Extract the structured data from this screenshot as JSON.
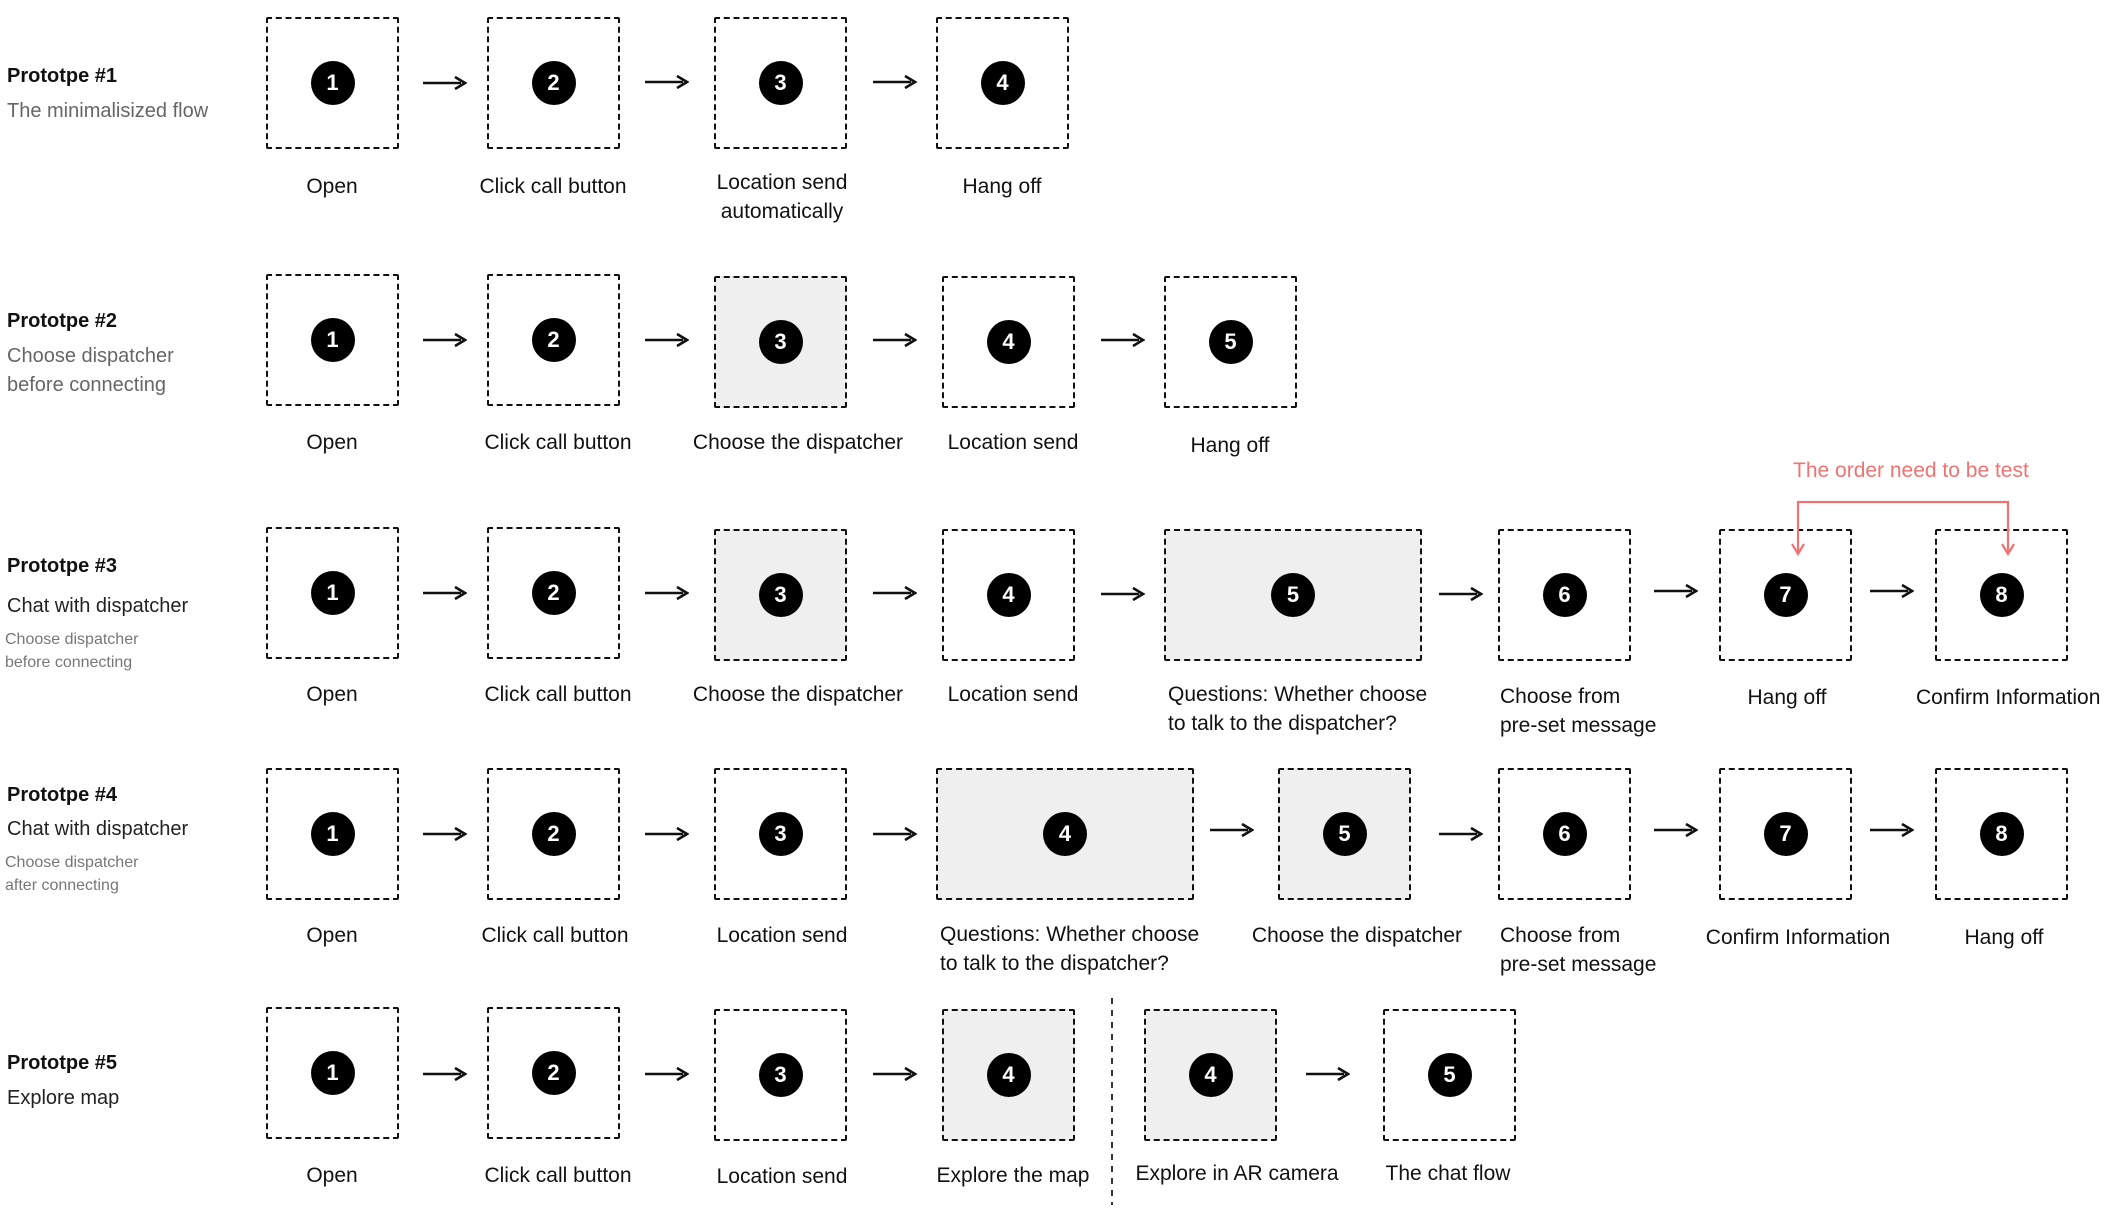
{
  "rows": [
    {
      "title": "Prototpe #1",
      "subtitle": "The minimalisized flow",
      "note": "",
      "steps": [
        {
          "num": "1",
          "label": "Open",
          "shaded": false
        },
        {
          "num": "2",
          "label": "Click call button",
          "shaded": false
        },
        {
          "num": "3",
          "label": "Location send\nautomatically",
          "shaded": false
        },
        {
          "num": "4",
          "label": "Hang off",
          "shaded": false
        }
      ]
    },
    {
      "title": "Prototpe #2",
      "subtitle": "Choose dispatcher\nbefore connecting",
      "note": "",
      "steps": [
        {
          "num": "1",
          "label": "Open",
          "shaded": false
        },
        {
          "num": "2",
          "label": "Click call button",
          "shaded": false
        },
        {
          "num": "3",
          "label": "Choose the dispatcher",
          "shaded": true
        },
        {
          "num": "4",
          "label": "Location send",
          "shaded": false
        },
        {
          "num": "5",
          "label": "Hang off",
          "shaded": false
        }
      ]
    },
    {
      "title": "Prototpe #3",
      "subtitle": "Chat with dispatcher",
      "note": "Choose dispatcher\nbefore connecting",
      "steps": [
        {
          "num": "1",
          "label": "Open",
          "shaded": false
        },
        {
          "num": "2",
          "label": "Click call button",
          "shaded": false
        },
        {
          "num": "3",
          "label": "Choose the dispatcher",
          "shaded": true
        },
        {
          "num": "4",
          "label": "Location send",
          "shaded": false
        },
        {
          "num": "5",
          "label": "Questions: Whether choose\nto talk to the dispatcher?",
          "shaded": true
        },
        {
          "num": "6",
          "label": "Choose from\npre-set message",
          "shaded": false
        },
        {
          "num": "7",
          "label": "Hang off",
          "shaded": false
        },
        {
          "num": "8",
          "label": "Confirm Information",
          "shaded": false
        }
      ]
    },
    {
      "title": "Prototpe #4",
      "subtitle": "Chat with dispatcher",
      "note": "Choose dispatcher\nafter connecting",
      "steps": [
        {
          "num": "1",
          "label": "Open",
          "shaded": false
        },
        {
          "num": "2",
          "label": "Click call button",
          "shaded": false
        },
        {
          "num": "3",
          "label": "Location send",
          "shaded": false
        },
        {
          "num": "4",
          "label": "Questions: Whether choose\nto talk to the dispatcher?",
          "shaded": true
        },
        {
          "num": "5",
          "label": "Choose the dispatcher",
          "shaded": true
        },
        {
          "num": "6",
          "label": "Choose from\npre-set message",
          "shaded": false
        },
        {
          "num": "7",
          "label": "Confirm Information",
          "shaded": false
        },
        {
          "num": "8",
          "label": "Hang off",
          "shaded": false
        }
      ]
    },
    {
      "title": "Prototpe #5",
      "subtitle": "Explore map",
      "note": "",
      "steps": [
        {
          "num": "1",
          "label": "Open",
          "shaded": false
        },
        {
          "num": "2",
          "label": "Click call button",
          "shaded": false
        },
        {
          "num": "3",
          "label": "Location send",
          "shaded": false
        },
        {
          "num": "4",
          "label": "Explore the map",
          "shaded": true
        },
        {
          "num": "4",
          "label": "Explore in AR camera",
          "shaded": true
        },
        {
          "num": "5",
          "label": "The chat flow",
          "shaded": false
        }
      ]
    }
  ],
  "annotation": {
    "text": "The order need to be test",
    "color": "#f07373"
  },
  "colors": {
    "shaded": "#efefef",
    "badge": "#000000",
    "subtitle": "#666666"
  }
}
